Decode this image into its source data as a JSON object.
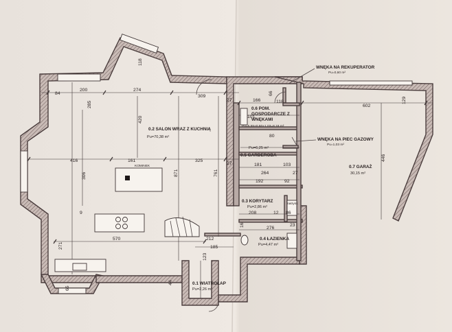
{
  "rooms": {
    "salon": {
      "name": "0.2 SALON WRAZ Z KUCHNIĄ",
      "area": "Pu=70,38 m²"
    },
    "gospodarcze": {
      "name_line1": "0.6 POM.",
      "name_line2": "GOSPODARCZE Z",
      "name_line3": "WNĘKAMI",
      "area": "Pu=5,55+0,60+1,03=8,18 m²"
    },
    "garderoba": {
      "name": "0.5 GARDEROBA",
      "area": "Pu=6,25 m²"
    },
    "korytarz": {
      "name": "0.3 KORYTARZ",
      "area": "Pu=2,86 m²"
    },
    "lazienka": {
      "name": "0.4 ŁAZIENKA",
      "area": "Pu=4,47 m²"
    },
    "wiatrolap": {
      "name": "0.1 WIATROŁAP",
      "area": "Pu=2,26 m²"
    },
    "garaz": {
      "name": "0.7 GARAŻ",
      "area": "30,15 m²"
    }
  },
  "notes": {
    "rekuperator": {
      "title": "WNĘKA NA REKUPERATOR",
      "area": "Pu=0,60 m²"
    },
    "piec": {
      "title": "WNĘKA NA PIEC GAZOWY",
      "area": "Pu=1,03 m²"
    },
    "kominek": "KOMINEK",
    "natrysk": "natrysk"
  },
  "dims": {
    "d118": "118",
    "d84": "84",
    "d200": "200",
    "d274": "274",
    "d309": "309",
    "d27a": "27",
    "d166": "166",
    "d66": "66",
    "d118b": "118",
    "d602": "602",
    "d129": "129",
    "d285": "285",
    "d420": "420",
    "d101": "101",
    "d80": "80",
    "d416": "416",
    "d161": "161",
    "d325": "325",
    "d27b": "27",
    "d181": "181",
    "d103": "103",
    "d264": "264",
    "d27c": "27",
    "d192": "192",
    "d92": "92",
    "d306": "306",
    "d871": "871",
    "d761": "761",
    "d446": "446",
    "d208": "208",
    "d12": "12",
    "d86": "86",
    "d276": "276",
    "d23": "23",
    "d570": "570",
    "d212": "212",
    "d185": "185",
    "d271": "271",
    "d123": "123",
    "d65": "65",
    "d44": "44",
    "d9": "9",
    "d16": "16"
  }
}
